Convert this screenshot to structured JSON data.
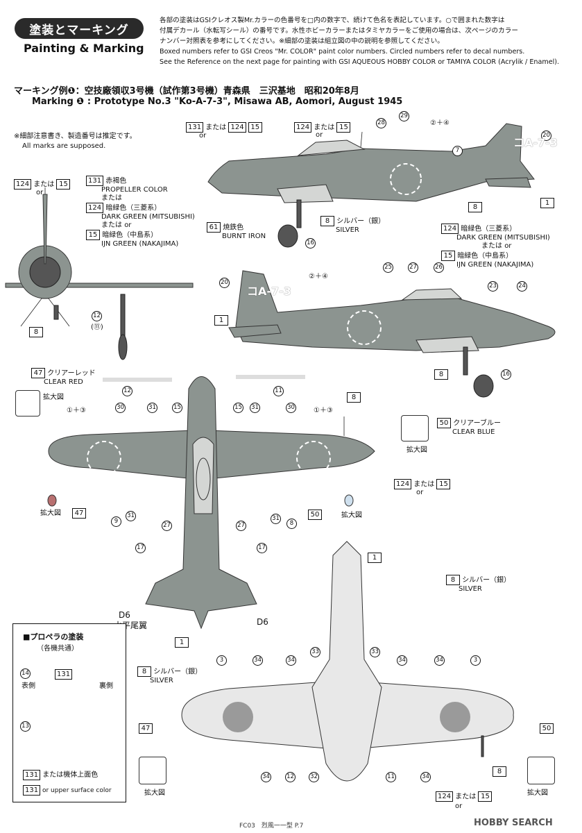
{
  "header": {
    "title_jp": "塗装とマーキング",
    "title_en": "Painting & Marking",
    "intro_jp_1": "各部の塗装はGSIクレオス製Mr.カラーの色番号を□内の数字で、続けて色名を表記しています。○で囲まれた数字は",
    "intro_jp_2": "付属デカール（水転写シール）の番号です。水性ホビーカラーまたはタミヤカラーをご使用の場合は、次ページのカラー",
    "intro_jp_3": "ナンバー対照表を参考にしてください。※細部の塗装は組立図の中の説明を参照してください。",
    "intro_en_1": "Boxed numbers refer to GSI Creos \"Mr. COLOR\" paint color numbers. Circled numbers refer to decal numbers.",
    "intro_en_2": "See the Reference on the next page for painting with GSI AQUEOUS HOBBY COLOR or TAMIYA COLOR (Acrylik / Enamel)."
  },
  "marking": {
    "jp": "マーキング例❶：空技廠領収3号機（試作第3号機）青森県　三沢基地　昭和20年8月",
    "en": "Marking ❶ : Prototype No.3 \"Ko-A-7-3\", Misawa AB, Aomori, August 1945"
  },
  "notes": {
    "jp": "※細部注意書き、製造番号は推定です。",
    "en": "All marks are supposed."
  },
  "colors": {
    "c131": "131",
    "c124": "124",
    "c15": "15",
    "c61": "61",
    "c8": "8",
    "c47": "47",
    "c50": "50",
    "or_jp": "または",
    "or_en": "or",
    "propeller_jp": "赤褐色",
    "propeller_en": "PROPELLER COLOR",
    "dg_jp": "暗緑色（三菱系）",
    "dg_en": "DARK GREEN (MITSUBISHI)",
    "ijn_jp": "暗緑色（中島系）",
    "ijn_en": "IJN GREEN (NAKAJIMA)",
    "burnt_jp": "焼鉄色",
    "burnt_en": "BURNT IRON",
    "silver_jp": "シルバー（銀）",
    "silver_en": "SILVER",
    "red_jp": "クリアーレッド",
    "red_en": "CLEAR RED",
    "blue_jp": "クリアーブルー",
    "blue_en": "CLEAR BLUE",
    "zoom_jp": "拡大図",
    "tail_code": "コA-7-3",
    "d6": "D6",
    "htail_jp": "水平尾翼"
  },
  "decals": {
    "d1": "1",
    "d2p4": "②＋④",
    "d1p3": "①＋③",
    "d7": "7",
    "d11": "11",
    "d12": "12",
    "d12p": "(⑪)",
    "d13": "13",
    "d14": "14",
    "d16": "16",
    "d17": "17",
    "d20": "20",
    "d23": "23",
    "d24": "24",
    "d25": "25",
    "d26": "26",
    "d27": "27",
    "d28": "28",
    "d29": "29",
    "d30": "30",
    "d31": "31",
    "d32": "32",
    "d33": "33",
    "d34": "34",
    "d3": "3",
    "d9": "9"
  },
  "propeller_box": {
    "title_jp": "■プロペラの塗装",
    "sub_jp": "（各機共通）",
    "front_jp": "表側",
    "back_jp": "裏側",
    "note_jp": "または機体上面色",
    "note_en": "or upper surface color"
  },
  "footer": {
    "page": "FC03　烈風一一型 P.7",
    "watermark": "HOBBY SEARCH"
  }
}
